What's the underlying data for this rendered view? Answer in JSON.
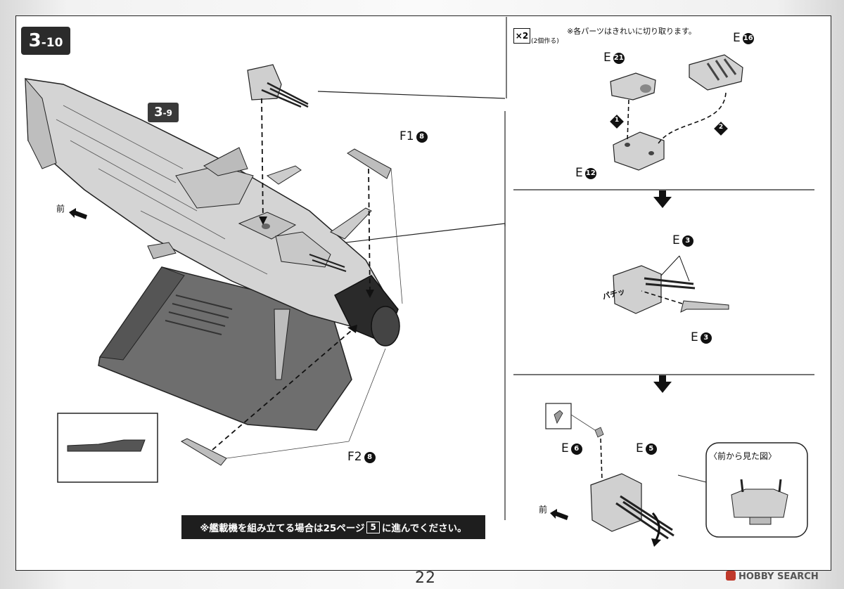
{
  "step": {
    "main": "3",
    "sub": "-10"
  },
  "ref_step": {
    "main": "3",
    "sub": "-9"
  },
  "labels": {
    "front_left": "前",
    "front_right": "前",
    "f1": "F1",
    "f1_num": "8",
    "f2": "F2",
    "f2_num": "8",
    "e21": "E",
    "e21_num": "21",
    "e16": "E",
    "e16_num": "16",
    "e12": "E",
    "e12_num": "12",
    "e3_top": "E",
    "e3_top_num": "3",
    "e3_bottom": "E",
    "e3_bottom_num": "3",
    "e6": "E",
    "e6_num": "6",
    "e5": "E",
    "e5_num": "5",
    "step_1": "1",
    "step_2": "2",
    "snap": "パチッ"
  },
  "multiplier": {
    "box": "×2",
    "note": "(2個作る)"
  },
  "cut_note": "※各パーツはきれいに切り取ります。",
  "front_view_label": "〈前から見た図〉",
  "bottom_note": {
    "before": "※艦載機を組み立てる場合は25ページ",
    "box": "5",
    "after": "に進んでください。"
  },
  "page_number": "22",
  "watermark": "HOBBY SEARCH",
  "colors": {
    "part_fill": "#cfcfcf",
    "stand_fill": "#6e6e6e",
    "dark": "#1e1e1e",
    "sheet": "#ffffff"
  }
}
